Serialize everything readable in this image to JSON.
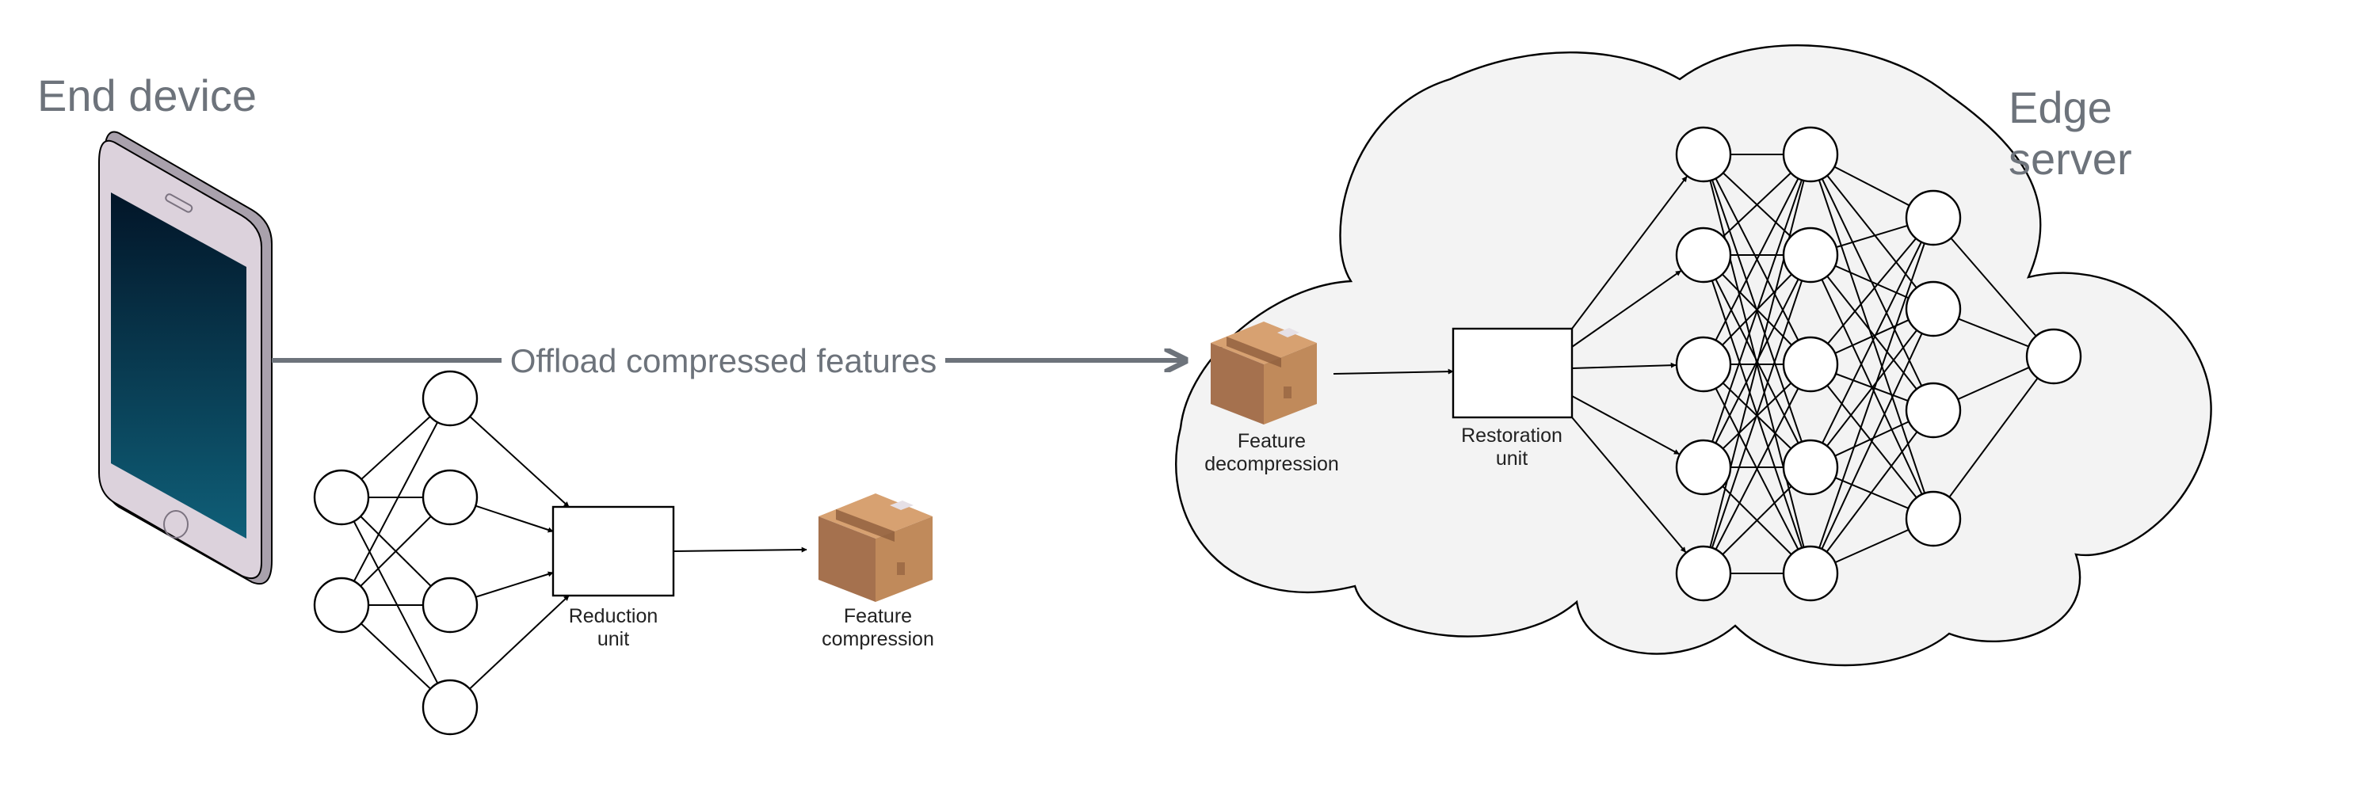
{
  "labels": {
    "end_device": "End device",
    "edge_server": [
      "Edge",
      "server"
    ],
    "offload": "Offload compressed features",
    "reduction_unit": [
      "Reduction",
      "unit"
    ],
    "feature_compression": [
      "Feature",
      "compression"
    ],
    "feature_decompression": [
      "Feature",
      "decompression"
    ],
    "restoration_unit": [
      "Restoration",
      "unit"
    ]
  },
  "colors": {
    "label_gray": "#6d737b",
    "cloud_fill": "#f3f3f3",
    "phone_body": "#dcd2dc",
    "screen_top": "#021528",
    "screen_bottom": "#0f5f78",
    "box_top": "#d7a171",
    "box_front": "#a5714e",
    "box_side": "#c08a5b",
    "box_tape": "#8a5a3a"
  },
  "icons": [
    "smartphone-icon",
    "package-icon",
    "cloud-shape"
  ]
}
